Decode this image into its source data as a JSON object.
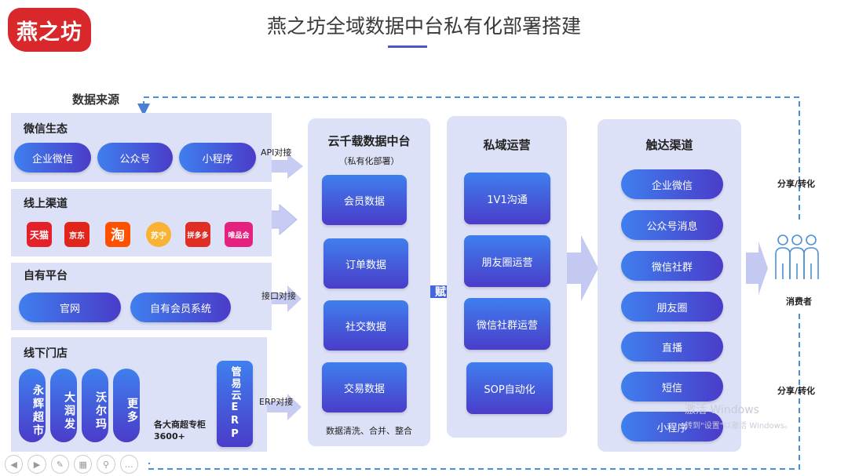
{
  "logo": "燕之坊",
  "title": "燕之坊全域数据中台私有化部署搭建",
  "source_label": "数据来源",
  "sources": {
    "wechat": {
      "title": "微信生态",
      "items": [
        "企业微信",
        "公众号",
        "小程序"
      ],
      "connector": "API对接"
    },
    "online": {
      "title": "线上渠道",
      "icons": [
        "天猫",
        "京东",
        "淘",
        "苏宁",
        "拼多多",
        "唯品会"
      ]
    },
    "own": {
      "title": "自有平台",
      "items": [
        "官网",
        "自有会员系统"
      ],
      "connector": "接口对接"
    },
    "offline": {
      "title": "线下门店",
      "stores": [
        "永辉超市",
        "大润发",
        "沃尔玛",
        "更多"
      ],
      "note": "各大商超专柜3600+",
      "erp": "管易云ERP",
      "connector": "ERP对接"
    }
  },
  "middle": {
    "title": "云千载数据中台",
    "subtitle": "（私有化部署）",
    "items": [
      "会员数据",
      "订单数据",
      "社交数据",
      "交易数据"
    ],
    "footer": "数据清洗、合并、整合"
  },
  "empower": "赋能",
  "private": {
    "title": "私域运营",
    "items": [
      "1V1沟通",
      "朋友圈运营",
      "微信社群运营",
      "SOP自动化"
    ]
  },
  "touch": {
    "title": "触达渠道",
    "items": [
      "企业微信",
      "公众号消息",
      "微信社群",
      "朋友圈",
      "直播",
      "短信",
      "小程序"
    ]
  },
  "right": {
    "share_top": "分享/转化",
    "consumer": "消费者",
    "share_bottom": "分享/转化"
  },
  "watermark": {
    "line1": "激活 Windows",
    "line2": "转到\"设置\"以激活 Windows。"
  },
  "colors": {
    "accent": "#4a55c8",
    "panel": "#dde1f7",
    "logo": "#d8282b"
  }
}
